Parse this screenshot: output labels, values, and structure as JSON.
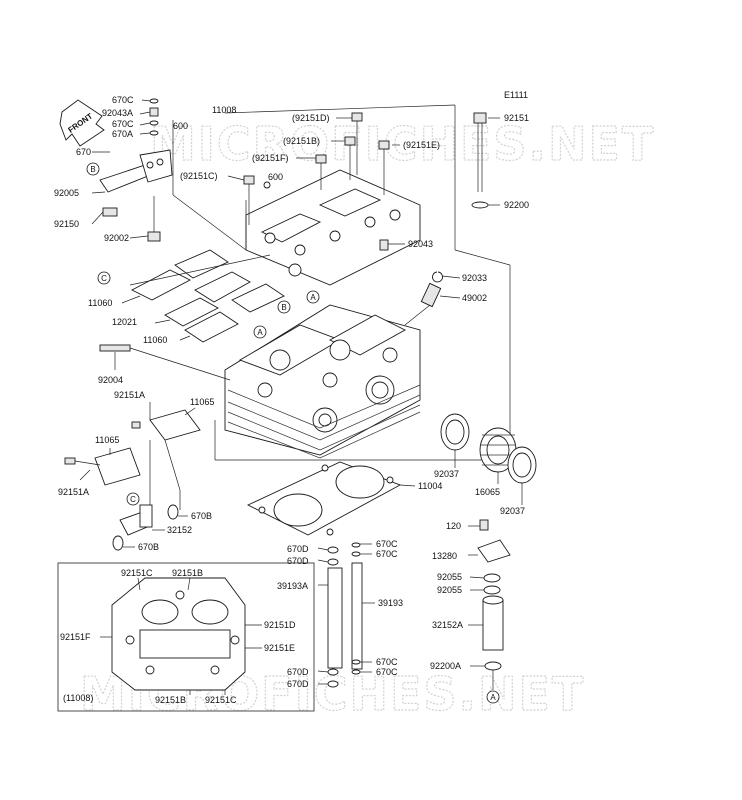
{
  "diagram": {
    "code": "E1111",
    "watermark": "MICROFICHES.NET",
    "front_label": "FRONT",
    "inset_label": "(11008)",
    "callouts": {
      "a": "A",
      "b": "B",
      "c": "C"
    },
    "parts": [
      "670C",
      "92043A",
      "670C",
      "670A",
      "600",
      "11008",
      "670",
      "92005",
      "92150",
      "92002",
      "(92151D)",
      "(92151B)",
      "(92151F)",
      "(92151C)",
      "600",
      "(92151E)",
      "92151",
      "92200",
      "92043",
      "92033",
      "49002",
      "11060",
      "12021",
      "11060",
      "92004",
      "92151A",
      "11065",
      "11065",
      "92151A",
      "670B",
      "32152",
      "670B",
      "92037",
      "16065",
      "92037",
      "11004",
      "670C",
      "670D",
      "670C",
      "670D",
      "120",
      "13280",
      "39193A",
      "39193",
      "92055",
      "92055",
      "32152A",
      "670D",
      "670C",
      "670C",
      "670D",
      "92200A",
      "92151C",
      "92151B",
      "92151F",
      "92151D",
      "92151E",
      "92151B",
      "92151C"
    ]
  }
}
